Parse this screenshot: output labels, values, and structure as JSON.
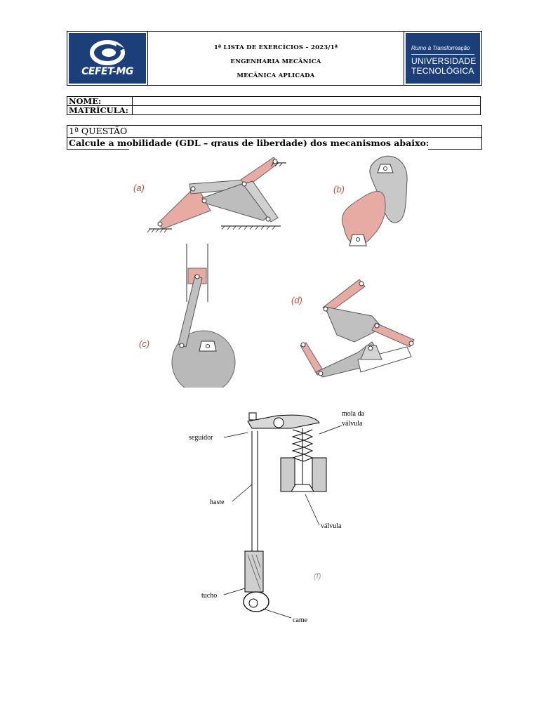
{
  "header": {
    "left_logo_text": "CEFET-MG",
    "title_line1": "1ª LISTA DE EXERCÍCIOS – 2023/1ª",
    "title_line2": "ENGENHARIA MECÂNICA",
    "title_line3": "MECÂNICA APLICADA",
    "right_logo_slogan": "Rumo à Transformação",
    "right_logo_line1": "UNIVERSIDADE",
    "right_logo_line2": "TECNOLÓGICA"
  },
  "student": {
    "name_label": "NOME:",
    "name_value": "",
    "id_label": "MATRÍCULA:",
    "id_value": ""
  },
  "question": {
    "title": "1ª QUESTÃO",
    "prompt": "Calcule a mobilidade (GDL – graus de liberdade) dos mecanismos abaixo:"
  },
  "figures": {
    "labels": [
      "(a)",
      "(b)",
      "(c)",
      "(d)",
      "(f)"
    ],
    "valve_labels": {
      "seguidor": "seguidor",
      "mola": "mola da",
      "mola2": "válvula",
      "haste": "haste",
      "valvula": "válvula",
      "tucho": "tucho",
      "came": "came"
    }
  },
  "colors": {
    "logo_blue": "#1c3f7a",
    "link_pink": "#e8aba3",
    "link_gray": "#b8b8b8"
  }
}
